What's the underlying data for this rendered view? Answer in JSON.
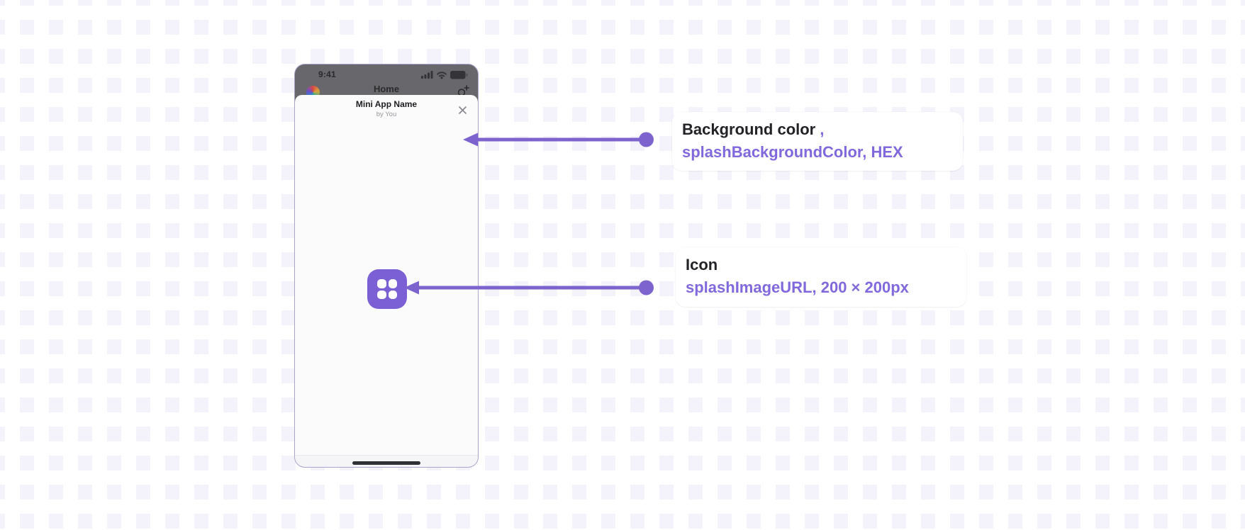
{
  "page": {
    "pattern_color": "#F4F3FB",
    "background_color": "#FFFFFF"
  },
  "phone": {
    "frame_border_color": "#ABA3CF",
    "dimmed_background_color": "#68676B",
    "status_bar": {
      "time": "9:41",
      "icons": [
        "cellular-signal",
        "wifi",
        "battery"
      ]
    },
    "native_page": {
      "title": "Home"
    },
    "sheet": {
      "title": "Mini App Name",
      "byline": "by You",
      "close_icon": "close",
      "splash_background_color": "#FFFFFF",
      "splash_icon_color": "#7B60D5"
    }
  },
  "annotations": {
    "accent_color": "#7C63D2",
    "items": [
      {
        "label": "Background color",
        "label_suffix": " ,",
        "value": "splashBackgroundColor, HEX"
      },
      {
        "label": "Icon",
        "label_suffix": "",
        "value": "splashImageURL, 200 × 200px"
      }
    ]
  }
}
